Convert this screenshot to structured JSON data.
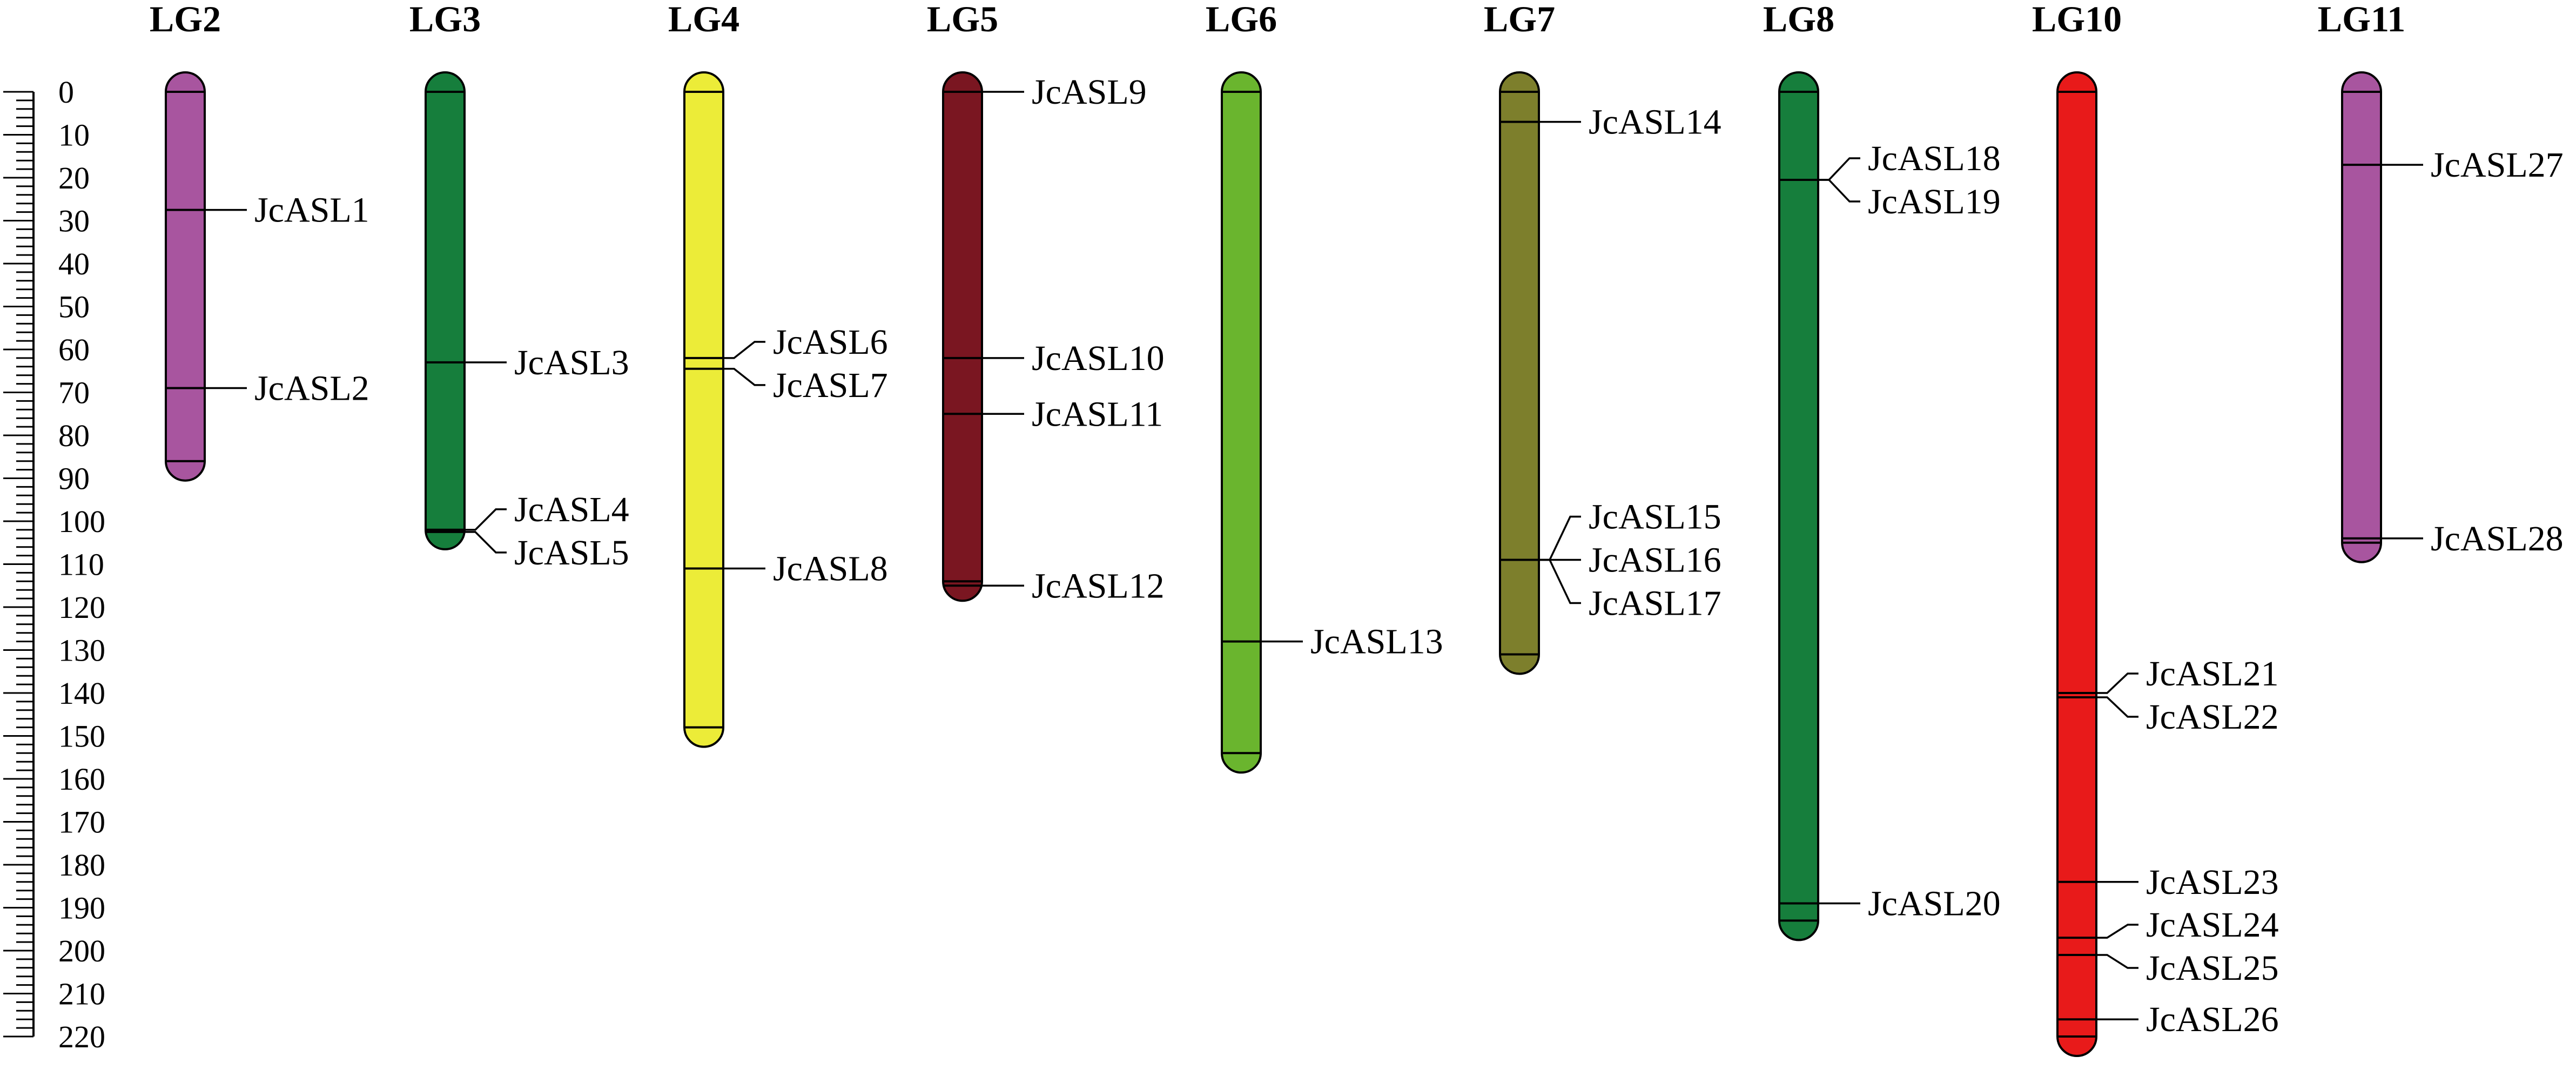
{
  "chart_data": {
    "type": "diagram",
    "scale": {
      "min": 0,
      "max": 220,
      "major_step": 10,
      "minor_step": 2,
      "tick_labels": [
        "0",
        "10",
        "20",
        "30",
        "40",
        "50",
        "60",
        "70",
        "80",
        "90",
        "100",
        "110",
        "120",
        "130",
        "140",
        "150",
        "160",
        "170",
        "180",
        "190",
        "200",
        "210",
        "220"
      ]
    },
    "linkage_groups": [
      {
        "name": "LG2",
        "length": 86,
        "color": "#a8559f",
        "genes": [
          {
            "name": "JcASL1",
            "pos": 27.5
          },
          {
            "name": "JcASL2",
            "pos": 69
          }
        ]
      },
      {
        "name": "LG3",
        "length": 102,
        "color": "#167e3c",
        "genes": [
          {
            "name": "JcASL3",
            "pos": 63
          },
          {
            "name": "JcASL4",
            "pos": 102
          },
          {
            "name": "JcASL5",
            "pos": 102.5
          }
        ]
      },
      {
        "name": "LG4",
        "length": 148,
        "color": "#ecec38",
        "genes": [
          {
            "name": "JcASL6",
            "pos": 62
          },
          {
            "name": "JcASL7",
            "pos": 64.5
          },
          {
            "name": "JcASL8",
            "pos": 111
          }
        ]
      },
      {
        "name": "LG5",
        "length": 114,
        "color": "#7a1621",
        "genes": [
          {
            "name": "JcASL9",
            "pos": 0
          },
          {
            "name": "JcASL10",
            "pos": 62
          },
          {
            "name": "JcASL11",
            "pos": 75
          },
          {
            "name": "JcASL12",
            "pos": 115
          }
        ]
      },
      {
        "name": "LG6",
        "length": 154,
        "color": "#6ab52e",
        "genes": [
          {
            "name": "JcASL13",
            "pos": 128
          }
        ]
      },
      {
        "name": "LG7",
        "length": 131,
        "color": "#7d7f2c",
        "genes": [
          {
            "name": "JcASL14",
            "pos": 7
          },
          {
            "name": "JcASL15",
            "pos": 109
          },
          {
            "name": "JcASL16",
            "pos": 109
          },
          {
            "name": "JcASL17",
            "pos": 109
          }
        ]
      },
      {
        "name": "LG8",
        "length": 193,
        "color": "#167e3c",
        "genes": [
          {
            "name": "JcASL18",
            "pos": 20.5
          },
          {
            "name": "JcASL19",
            "pos": 20.5
          },
          {
            "name": "JcASL20",
            "pos": 189
          }
        ]
      },
      {
        "name": "LG10",
        "length": 220,
        "color": "#e81a1a",
        "genes": [
          {
            "name": "JcASL21",
            "pos": 140
          },
          {
            "name": "JcASL22",
            "pos": 141
          },
          {
            "name": "JcASL23",
            "pos": 184
          },
          {
            "name": "JcASL24",
            "pos": 197
          },
          {
            "name": "JcASL25",
            "pos": 201
          },
          {
            "name": "JcASL26",
            "pos": 216
          }
        ]
      },
      {
        "name": "LG11",
        "length": 105,
        "color": "#a8559f",
        "genes": [
          {
            "name": "JcASL27",
            "pos": 17
          },
          {
            "name": "JcASL28",
            "pos": 104
          }
        ]
      }
    ]
  }
}
